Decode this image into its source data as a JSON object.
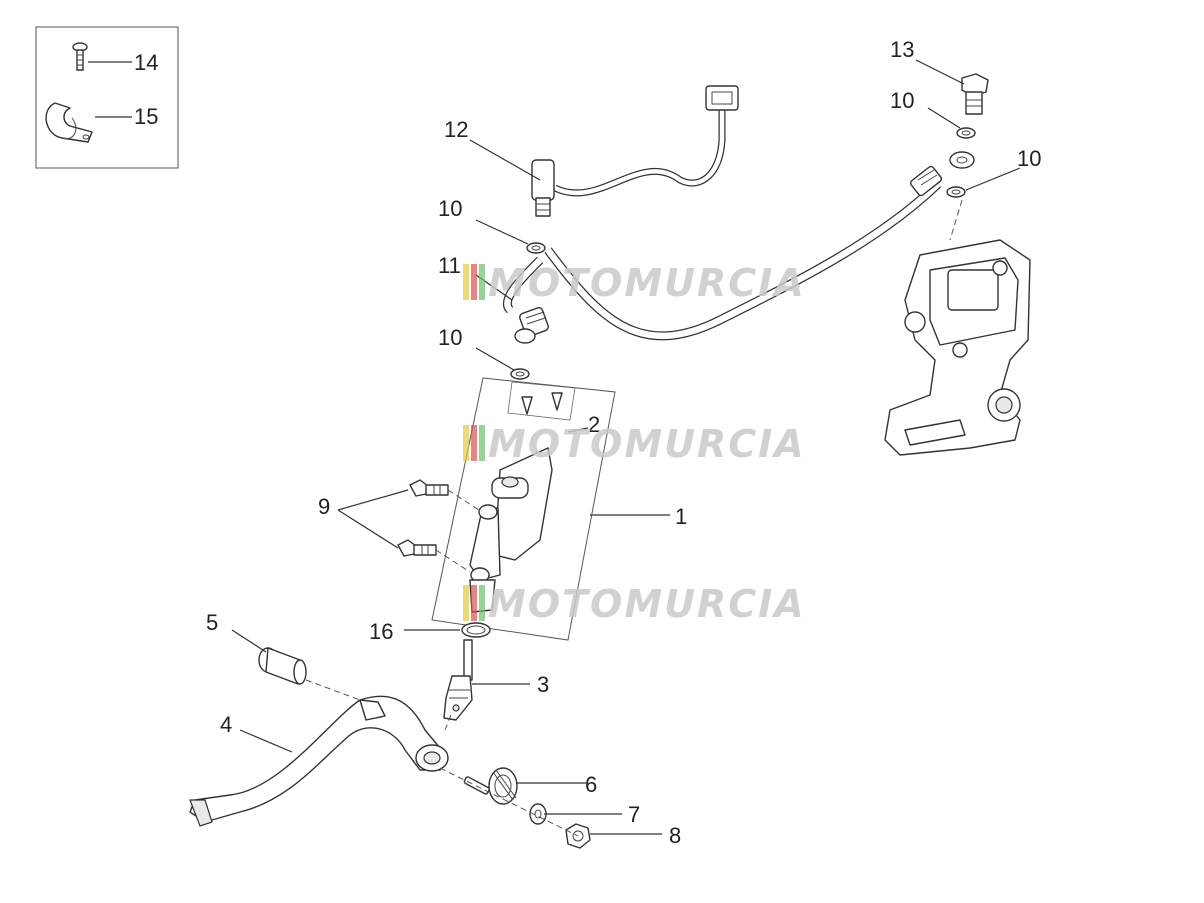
{
  "callouts": {
    "c1": "1",
    "c2": "2",
    "c3": "3",
    "c4": "4",
    "c5": "5",
    "c6": "6",
    "c7": "7",
    "c8": "8",
    "c9": "9",
    "c10a": "10",
    "c10b": "10",
    "c10c": "10",
    "c10d": "10",
    "c11": "11",
    "c12": "12",
    "c13": "13",
    "c14": "14",
    "c15": "15",
    "c16": "16"
  },
  "watermarks": [
    "MOTOMURCIA",
    "MOTOMURCIA",
    "MOTOMURCIA"
  ],
  "colors": {
    "line": "#333333",
    "watermark_text": "#c9c9c9",
    "stripe_red": "#e05050",
    "stripe_yellow": "#e8c840",
    "stripe_green": "#6cbf6c"
  }
}
